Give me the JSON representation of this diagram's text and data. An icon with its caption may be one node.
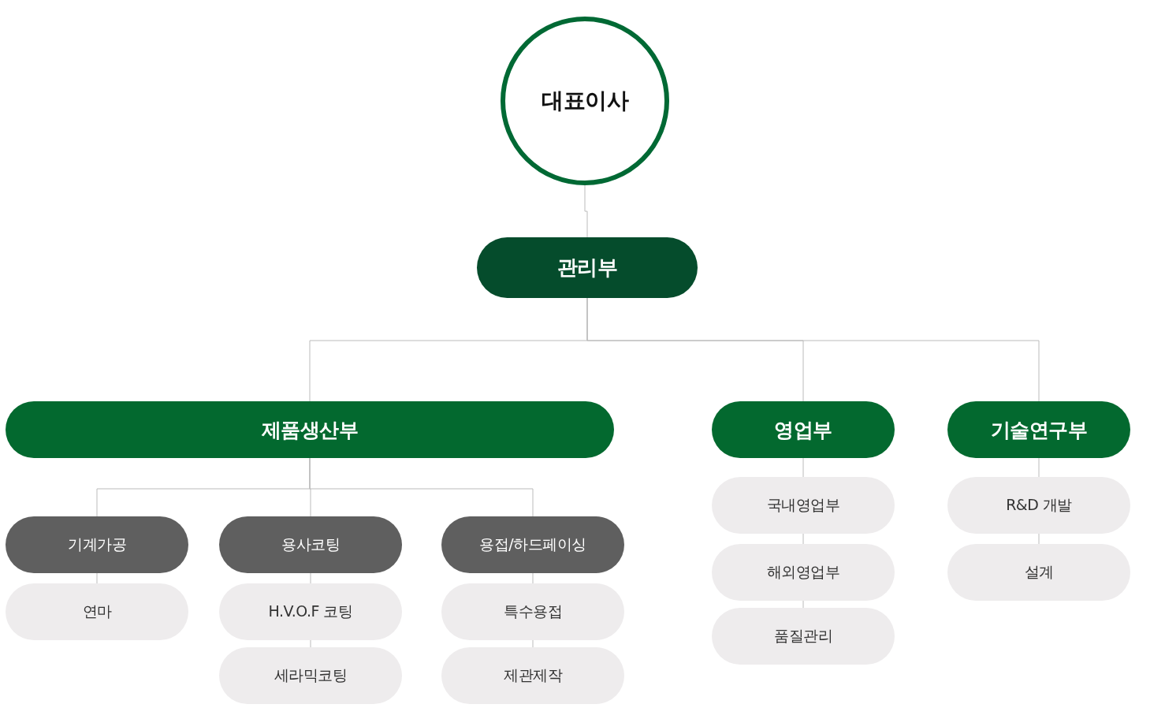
{
  "diagram": {
    "nodes": [
      {
        "text": [
          "대표이사"
        ]
      },
      {
        "text": [
          "관리부"
        ]
      },
      {
        "text": [
          "제품생산부"
        ]
      },
      {
        "text": [
          "영업부"
        ]
      },
      {
        "text": [
          "기술연구부"
        ]
      },
      {
        "text": [
          "기계가공"
        ]
      },
      {
        "text": [
          "용사코팅"
        ]
      },
      {
        "text": [
          "용접/하드페이싱"
        ]
      },
      {
        "text": [
          "연마"
        ]
      },
      {
        "text": [
          "H.V.O.F 코팅"
        ]
      },
      {
        "text": [
          "세라믹코팅"
        ]
      },
      {
        "text": [
          "특수용접"
        ]
      },
      {
        "text": [
          "제관제작"
        ]
      },
      {
        "text": [
          "국내영업부"
        ]
      },
      {
        "text": [
          "해외영업부"
        ]
      },
      {
        "text": [
          "품질관리"
        ]
      },
      {
        "text": [
          "R&D 개발"
        ]
      },
      {
        "text": [
          "설계"
        ]
      }
    ],
    "edges": [
      {
        "from": 0,
        "to": 1,
        "arrow": "none"
      },
      {
        "from": 1,
        "to": 2,
        "arrow": "none"
      },
      {
        "from": 1,
        "to": 3,
        "arrow": "none"
      },
      {
        "from": 1,
        "to": 4,
        "arrow": "none"
      },
      {
        "from": 2,
        "to": 5,
        "arrow": "none"
      },
      {
        "from": 2,
        "to": 6,
        "arrow": "none"
      },
      {
        "from": 2,
        "to": 7,
        "arrow": "none"
      },
      {
        "from": 5,
        "to": 8,
        "arrow": "none"
      },
      {
        "from": 6,
        "to": 9,
        "arrow": "none"
      },
      {
        "from": 9,
        "to": 10,
        "arrow": "none"
      },
      {
        "from": 7,
        "to": 11,
        "arrow": "none"
      },
      {
        "from": 11,
        "to": 12,
        "arrow": "none"
      },
      {
        "from": 3,
        "to": 13,
        "arrow": "none"
      },
      {
        "from": 13,
        "to": 14,
        "arrow": "none"
      },
      {
        "from": 14,
        "to": 15,
        "arrow": "none"
      },
      {
        "from": 4,
        "to": 16,
        "arrow": "none"
      },
      {
        "from": 16,
        "to": 17,
        "arrow": "none"
      }
    ]
  }
}
